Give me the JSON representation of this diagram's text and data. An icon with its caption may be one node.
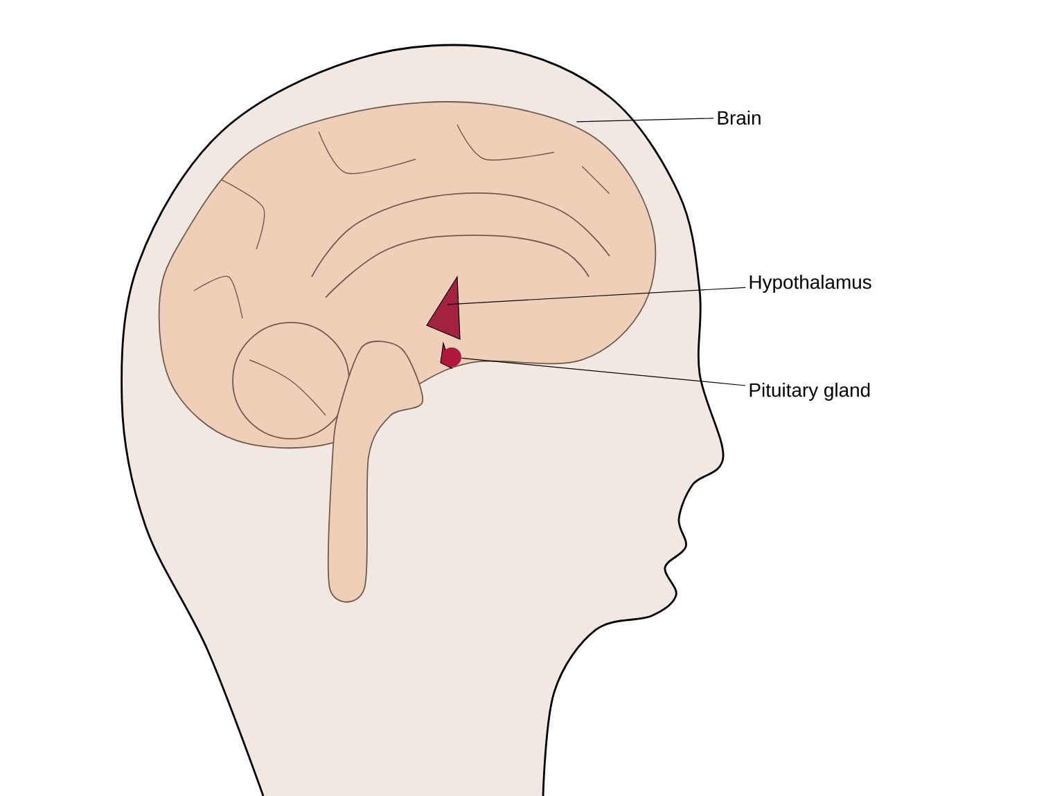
{
  "diagram": {
    "nodes": [
      {
        "text": [
          "Brain"
        ]
      },
      {
        "text": [
          "Hypothalamus"
        ]
      },
      {
        "text": [
          "Pituitary gland"
        ]
      },
      {
        "text": [],
        "shape": "picture"
      },
      {
        "text": [],
        "shape": "picture",
        "in": 3
      },
      {
        "text": [],
        "shape": "circle",
        "in": 3
      }
    ],
    "edges": [
      {
        "from": 0,
        "to": 3,
        "arrow": "none"
      },
      {
        "from": 1,
        "to": 4,
        "arrow": "none"
      },
      {
        "from": 2,
        "to": 5,
        "arrow": "none"
      }
    ]
  }
}
